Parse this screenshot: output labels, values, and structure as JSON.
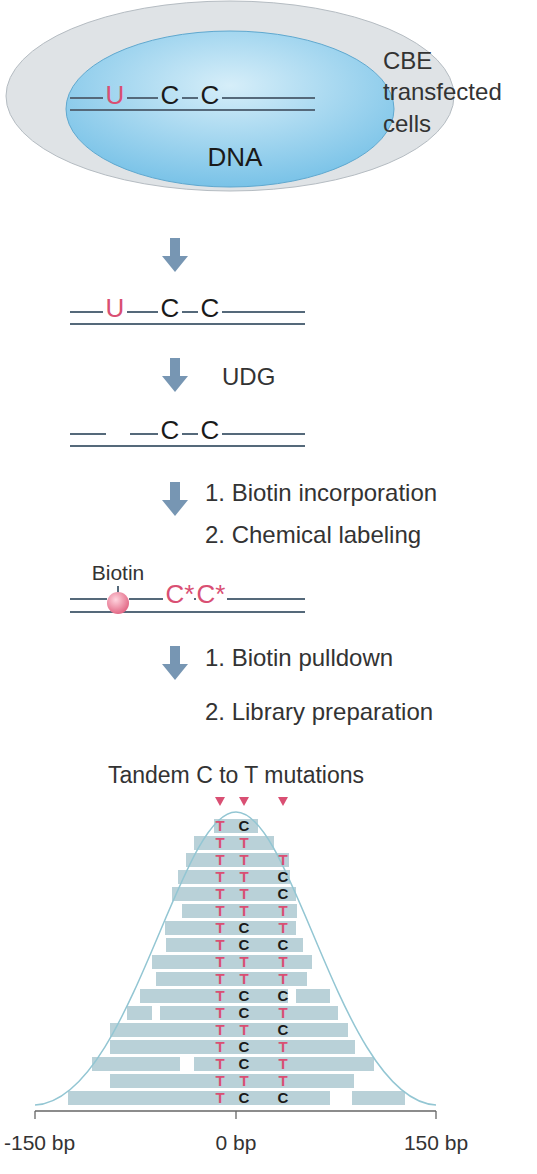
{
  "diagram": {
    "nodes": [
      {
        "text": [
          "CBE transfected cells"
        ]
      },
      {
        "text": [
          "U",
          "C",
          "C",
          "DNA"
        ],
        "in": 0
      }
    ],
    "labels": [
      "U",
      "C",
      "C",
      "UDG",
      "C",
      "C",
      "1. Biotin incorporation",
      "2. Chemical labeling",
      "Biotin",
      "C*",
      "C*",
      "1. Biotin pulldown",
      "2. Library preparation",
      "Tandem C to T mutations",
      "T",
      "C",
      "T",
      "T",
      "T",
      "T",
      "T",
      "T",
      "T",
      "C",
      "T",
      "T",
      "C",
      "T",
      "T",
      "T",
      "T",
      "C",
      "T",
      "T",
      "C",
      "C",
      "T",
      "T",
      "T",
      "T",
      "T",
      "T",
      "T",
      "C",
      "C",
      "T",
      "C",
      "T",
      "T",
      "T",
      "C",
      "T",
      "C",
      "T",
      "T",
      "C",
      "T",
      "T",
      "T",
      "T",
      "T",
      "C",
      "C",
      "-150 bp",
      "0 bp",
      "150 bp"
    ]
  }
}
